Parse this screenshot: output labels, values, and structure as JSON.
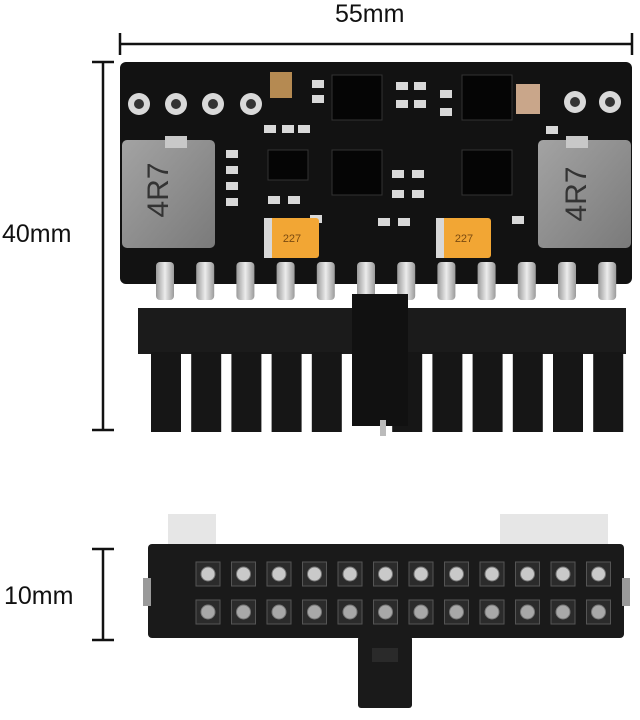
{
  "dimensions": {
    "width_label": "55mm",
    "height_label": "40mm",
    "depth_label": "10mm"
  },
  "board_markings": {
    "inductor_left": "4R7",
    "inductor_right": "4R7",
    "capacitor_left": "227",
    "capacitor_right": "227"
  },
  "colors": {
    "pcb": "#121212",
    "connector": "#1a1a1a",
    "inductor": "#8a8a8a",
    "capacitor": "#f2a634",
    "pin": "#c9c9c9",
    "dimension_line": "#111111"
  }
}
